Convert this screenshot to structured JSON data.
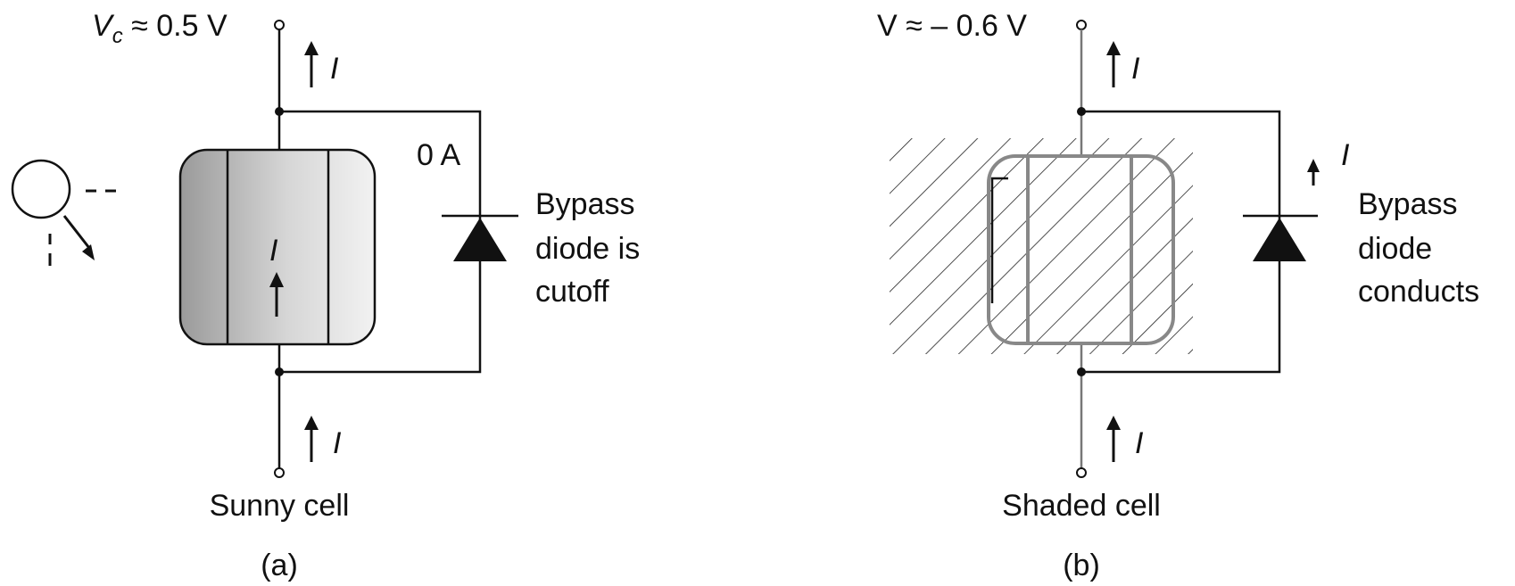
{
  "panel_a": {
    "voltage_symbol": "V",
    "voltage_subscript": "c",
    "voltage_value": " ≈ 0.5 V",
    "current_top": "I",
    "current_cell": "I",
    "current_bottom": "I",
    "diode_current": "0 A",
    "diode_label_lines": [
      "Bypass",
      "diode is",
      "cutoff"
    ],
    "cell_label": "Sunny cell",
    "panel_label": "(a)"
  },
  "panel_b": {
    "voltage_label": "V ≈ – 0.6 V",
    "current_top": "I",
    "current_diode": "I",
    "current_bottom": "I",
    "diode_label_lines": [
      "Bypass",
      "diode",
      "conducts"
    ],
    "cell_label": "Shaded cell",
    "panel_label": "(b)"
  },
  "colors": {
    "line": "#111111",
    "shaded_outline": "#888888",
    "cell_gradient_dark": "#9a9a9a",
    "cell_gradient_light": "#f2f2f2"
  },
  "icons": {
    "sun": "sun-icon"
  }
}
